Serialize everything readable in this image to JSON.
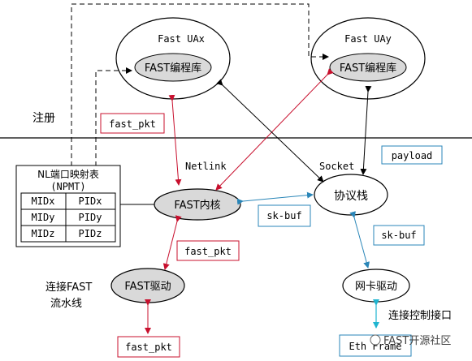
{
  "labels": {
    "register": "注册",
    "uax_title": "Fast UAx",
    "uay_title": "Fast UAy",
    "lib_x": "FAST编程库",
    "lib_y": "FAST编程库",
    "kernel": "FAST内核",
    "protocol_stack": "协议栈",
    "fast_driver": "FAST驱动",
    "nic_driver": "网卡驱动",
    "netlink": "Netlink",
    "socket": "Socket",
    "connect_fast_line1": "连接FAST",
    "connect_fast_line2": "流水线",
    "connect_ctrl": "连接控制接口",
    "watermark": "FAST开源社区"
  },
  "boxes": {
    "fast_pkt_top": "fast_pkt",
    "fast_pkt_mid": "fast_pkt",
    "fast_pkt_bottom": "fast_pkt",
    "payload": "payload",
    "sk_buf_left": "sk-buf",
    "sk_buf_right": "sk-buf",
    "eth_frame": "Eth Frame"
  },
  "npmt": {
    "title_line1": "NL端口映射表",
    "title_line2": "(NPMT)",
    "rows": [
      [
        "MIDx",
        "PIDx"
      ],
      [
        "MIDy",
        "PIDy"
      ],
      [
        "MIDz",
        "PIDz"
      ]
    ]
  },
  "colors": {
    "red_arrow": "#c8102e",
    "blue_arrow": "#2a86b8",
    "cyan_arrow": "#1fb5d0",
    "black": "#000000",
    "node_fill": "#d9d9d9"
  }
}
